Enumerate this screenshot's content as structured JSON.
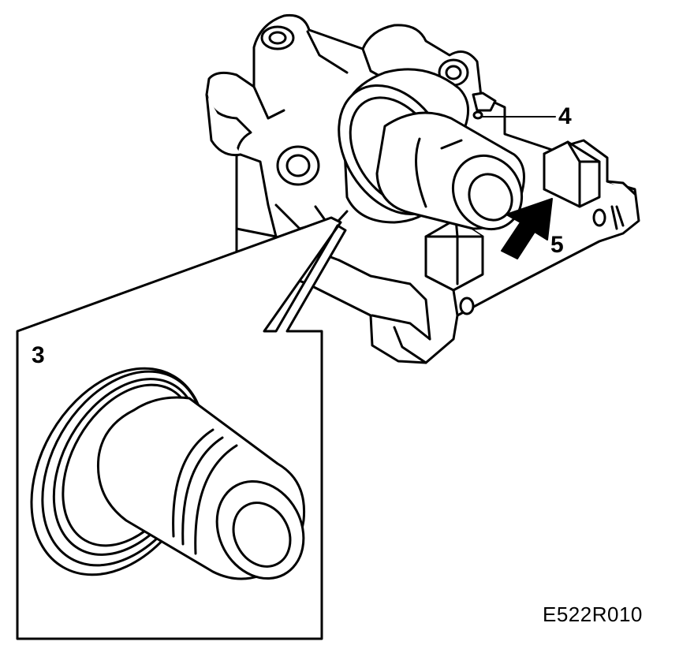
{
  "callouts": {
    "three": "3",
    "four": "4",
    "five": "5"
  },
  "figure_code": "E522R010",
  "colors": {
    "ink": "#000000",
    "paper": "#ffffff"
  }
}
